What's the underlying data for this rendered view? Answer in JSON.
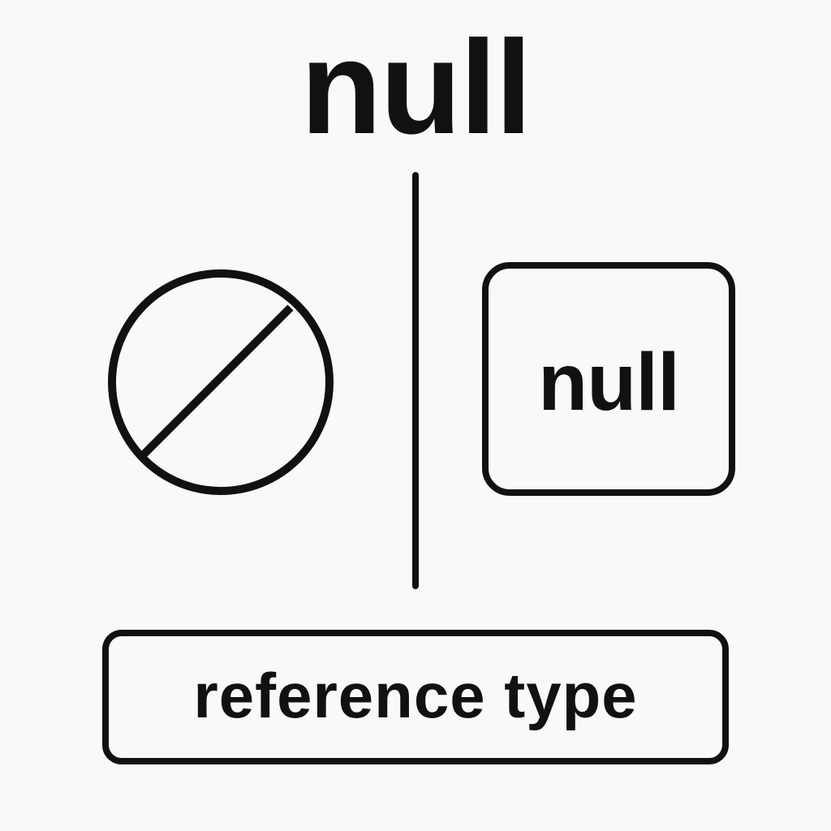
{
  "title": "null",
  "symbol": {
    "icon": "null-prohibition-icon"
  },
  "value_box": {
    "label": "null"
  },
  "type_box": {
    "label": "reference type"
  },
  "colors": {
    "background": "#f9f9f7",
    "ink": "#111111"
  }
}
